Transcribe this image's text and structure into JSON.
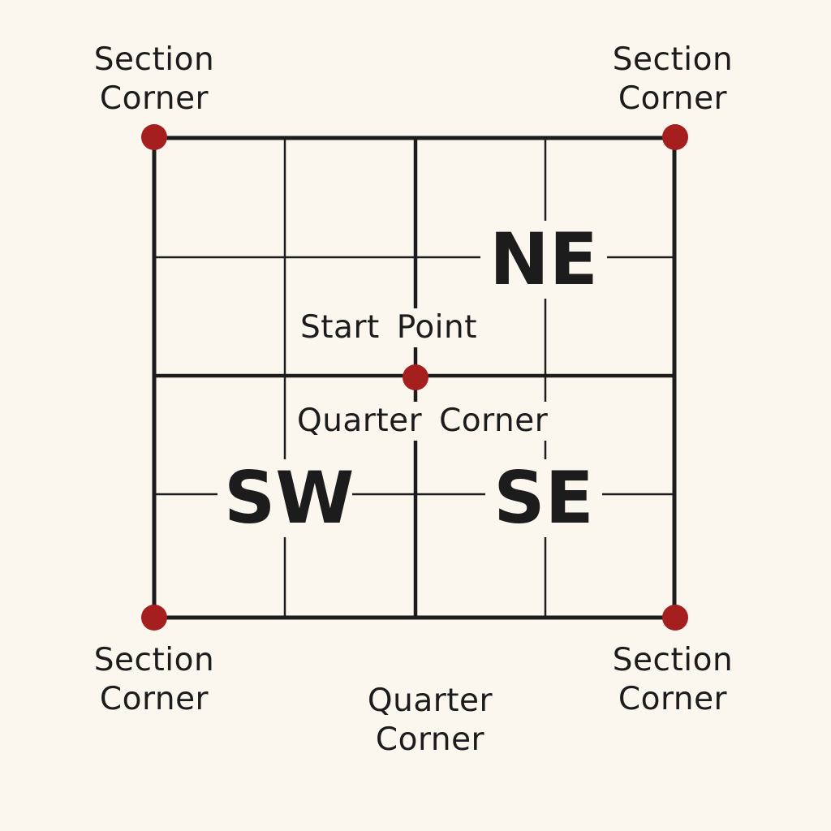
{
  "colors": {
    "background": "#fcf7ee",
    "line": "#1c1c1c",
    "corner_marker": "#a51f1f"
  },
  "corner_labels": {
    "top_left": {
      "line1": "Section",
      "line2": "Corner"
    },
    "top_right": {
      "line1": "Section",
      "line2": "Corner"
    },
    "bottom_left": {
      "line1": "Section",
      "line2": "Corner"
    },
    "bottom_right": {
      "line1": "Section",
      "line2": "Corner"
    }
  },
  "start_point": {
    "line1": "Start",
    "line2": "Point"
  },
  "center_quarter_corner": {
    "line1": "Quarter",
    "line2": "Corner"
  },
  "bottom_quarter_corner": {
    "line1": "Quarter",
    "line2": "Corner"
  },
  "quadrants": {
    "ne": "NE",
    "sw": "SW",
    "se": "SE"
  }
}
